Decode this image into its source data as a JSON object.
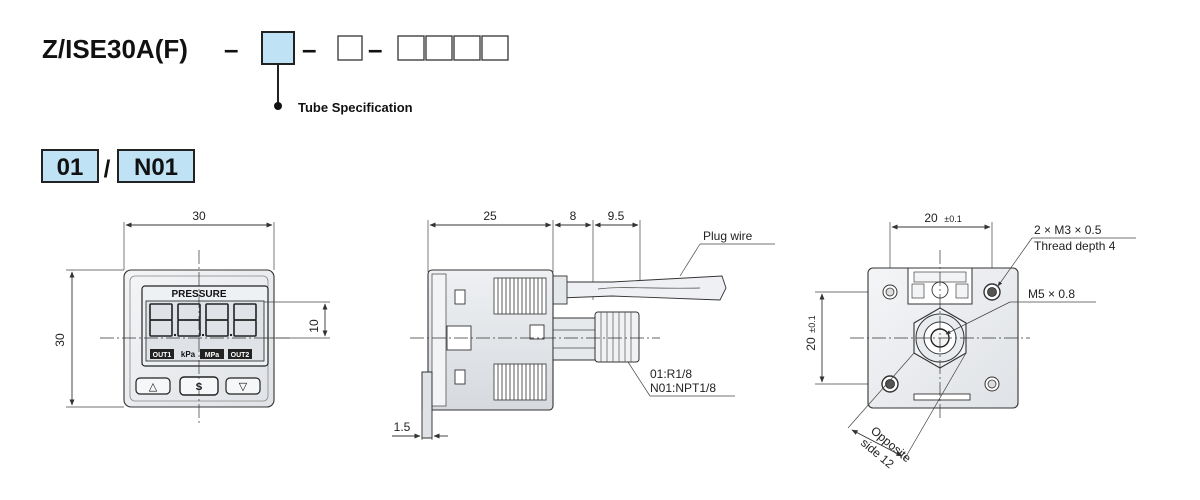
{
  "header": {
    "model": "Z/ISE30A(F)",
    "dash": "–",
    "tube_spec_label": "Tube Specification"
  },
  "thread_options": {
    "opt1": "01",
    "sep": "/",
    "opt2": "N01"
  },
  "front_view": {
    "width": "30",
    "height": "30",
    "display_height": "10",
    "label": "PRESSURE",
    "indicators": [
      "OUT1",
      "kPa",
      "MPa",
      "OUT2"
    ],
    "buttons": [
      "△",
      "S",
      "▽"
    ]
  },
  "side_view": {
    "dim_body": "25",
    "dim_8": "8",
    "dim_9_5": "9.5",
    "dim_1_5": "1.5",
    "plug_wire": "Plug wire",
    "port_01": "01:R1/8",
    "port_n01": "N01:NPT1/8"
  },
  "back_view": {
    "dim_width": "20",
    "dim_width_tol": "±0.1",
    "dim_height": "20",
    "dim_height_tol": "±0.1",
    "thread_1": "2 × M3 × 0.5",
    "thread_2": "Thread depth 4",
    "port": "M5 × 0.8",
    "opposite_1": "Opposite",
    "opposite_2": "side 12"
  },
  "colors": {
    "highlight": "#bfe3f5",
    "outline": "#222222"
  }
}
